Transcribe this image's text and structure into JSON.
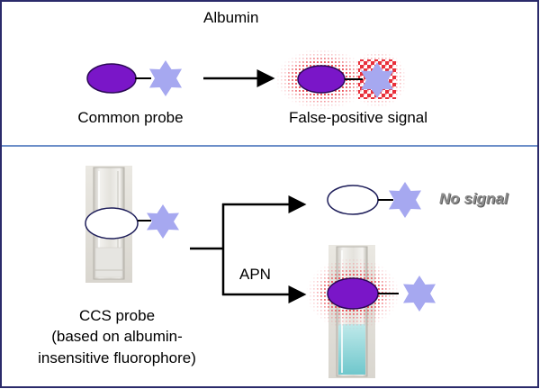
{
  "colors": {
    "frame": "#2a2a6a",
    "divider": "#6d8fc9",
    "probe_filled": "#7a16c8",
    "probe_empty": "#ffffff",
    "fluorophore": "#a6a8f0",
    "glow": "#e8303a",
    "arrow": "#000000",
    "no_signal_text": "#8c8c8c"
  },
  "top_panel": {
    "title": "Albumin",
    "common_probe_label": "Common probe",
    "false_positive_label": "False-positive signal",
    "common_probe_icon": "probe-with-fluorophore",
    "false_positive_icon": "glowing-probe-with-fluorophore"
  },
  "bottom_panel": {
    "ccs_probe_label_line1": "CCS probe",
    "ccs_probe_label_line2": "(based on albumin-",
    "ccs_probe_label_line3": "insensitive fluorophore)",
    "no_signal_label": "No signal",
    "apn_label": "APN",
    "cuvette_icon": "cuvette-photo",
    "glowing_cuvette_icon": "cuvette-with-blue-fluorescence"
  }
}
